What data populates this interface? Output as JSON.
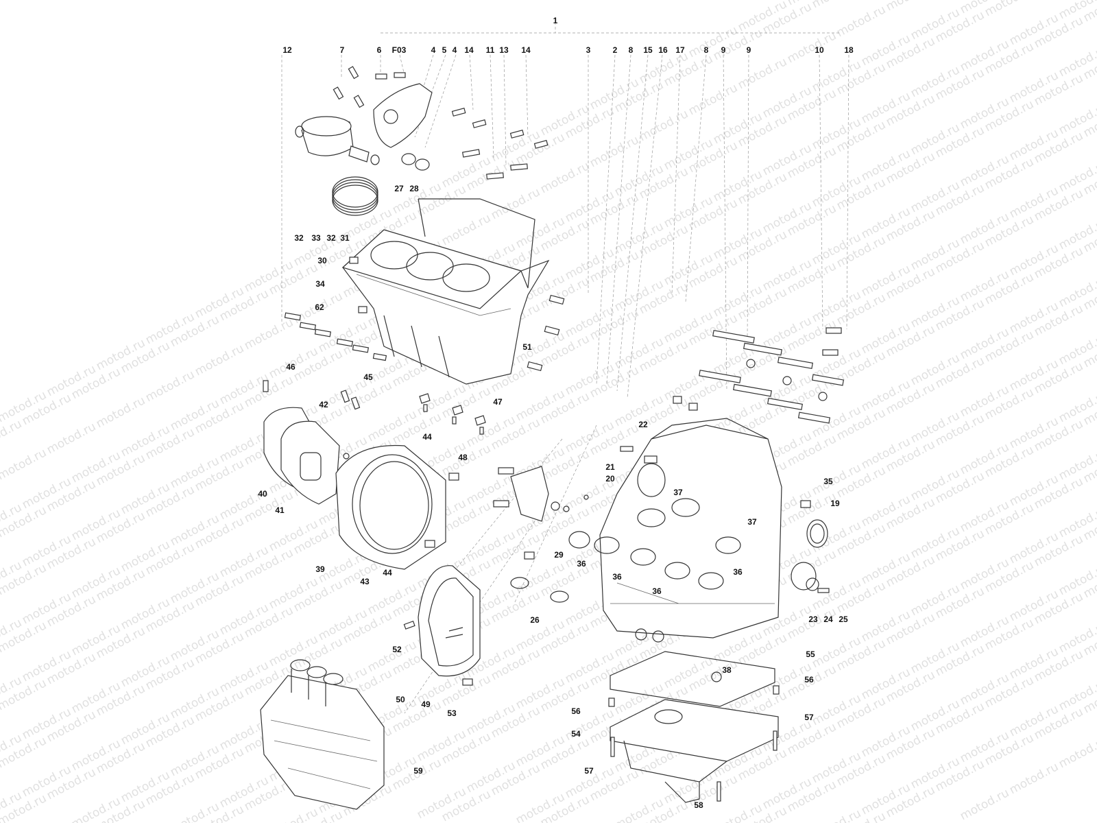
{
  "watermark": {
    "text": "motod.ru",
    "color": "#c8c8c8"
  },
  "labels": {
    "l1": "1",
    "l12": "12",
    "l7": "7",
    "l6": "6",
    "lF03": "F03",
    "l4a": "4",
    "l5": "5",
    "l4b": "4",
    "l14a": "14",
    "l11": "11",
    "l13": "13",
    "l14b": "14",
    "l3": "3",
    "l2": "2",
    "l8a": "8",
    "l15": "15",
    "l16": "16",
    "l17": "17",
    "l8b": "8",
    "l9a": "9",
    "l9b": "9",
    "l10": "10",
    "l18": "18",
    "l27": "27",
    "l28": "28",
    "l32a": "32",
    "l33": "33",
    "l32b": "32",
    "l31": "31",
    "l30": "30",
    "l34": "34",
    "l62": "62",
    "l51": "51",
    "l46": "46",
    "l45": "45",
    "l42": "42",
    "l47": "47",
    "l44a": "44",
    "l48": "48",
    "l40": "40",
    "l41": "41",
    "l39": "39",
    "l43": "43",
    "l44b": "44",
    "l22": "22",
    "l21": "21",
    "l20": "20",
    "l37a": "37",
    "l35": "35",
    "l19": "19",
    "l37b": "37",
    "l29": "29",
    "l36a": "36",
    "l36b": "36",
    "l36c": "36",
    "l36d": "36",
    "l26": "26",
    "l23": "23",
    "l24": "24",
    "l25": "25",
    "l52": "52",
    "l55": "55",
    "l38": "38",
    "l56a": "56",
    "l56b": "56",
    "l50": "50",
    "l49": "49",
    "l53": "53",
    "l54": "54",
    "l57a": "57",
    "l57b": "57",
    "l59": "59",
    "l58": "58"
  }
}
